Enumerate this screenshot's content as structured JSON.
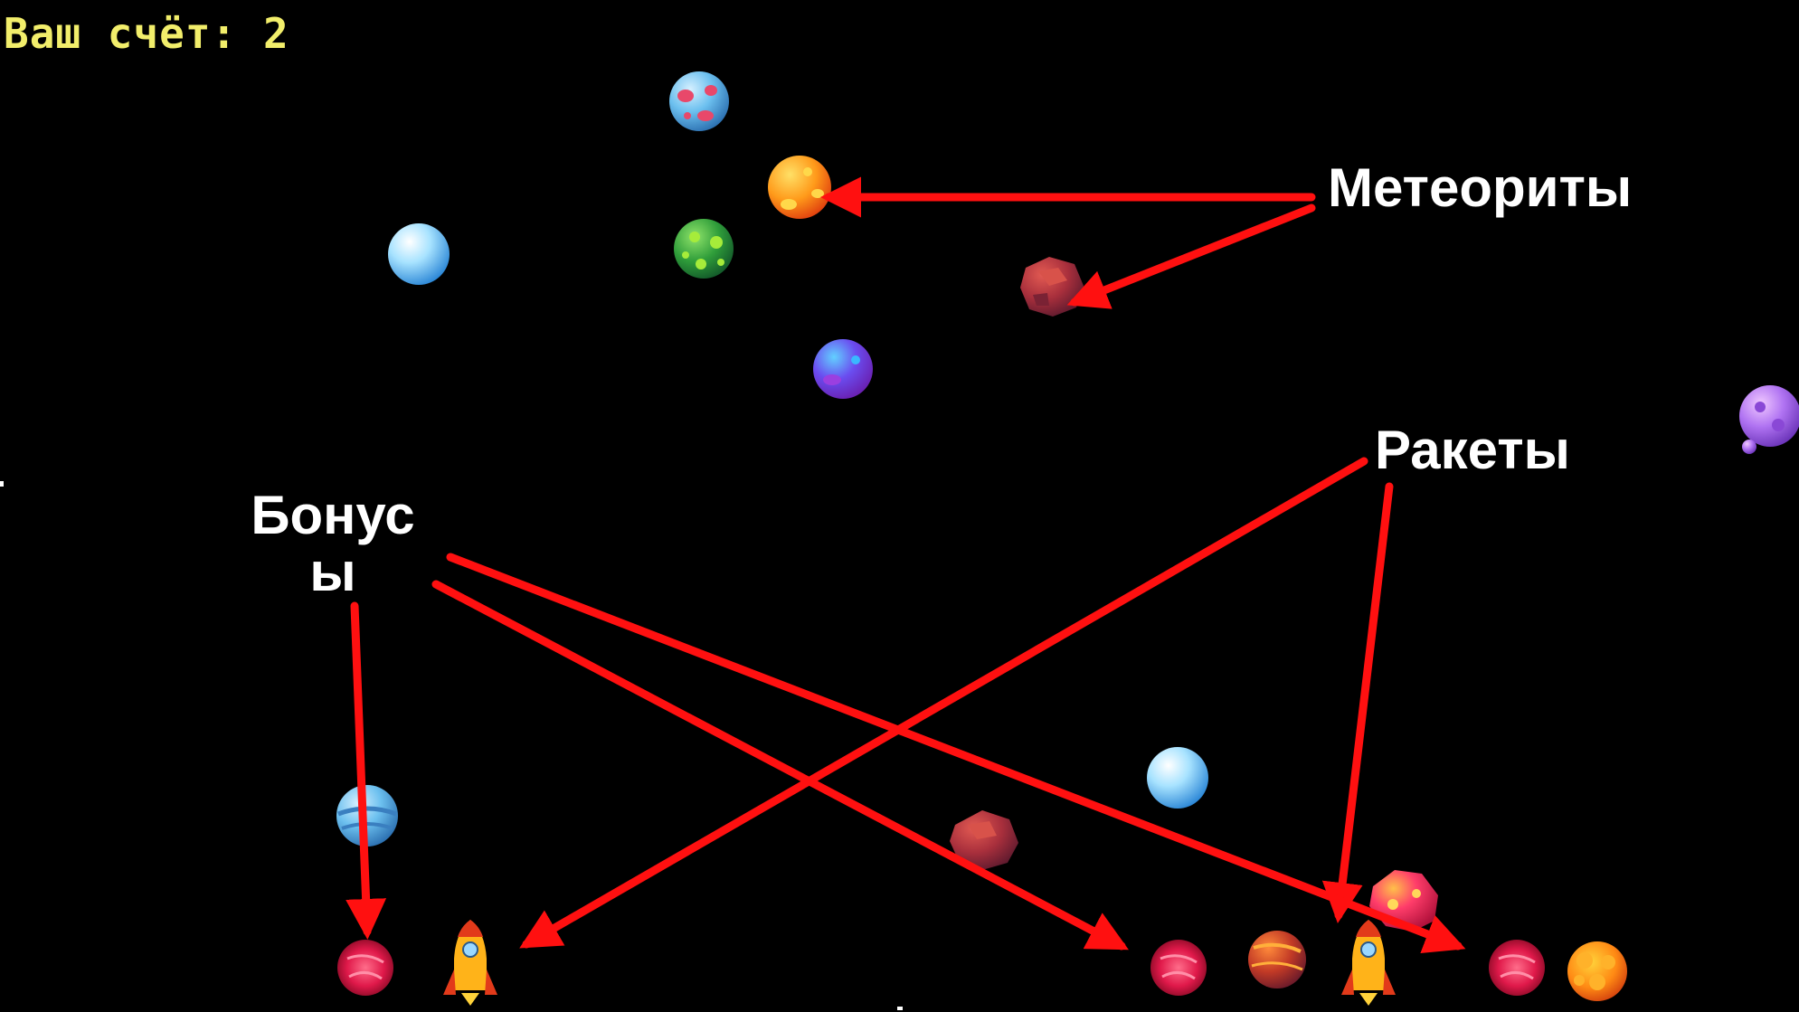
{
  "hud": {
    "score_label": "Ваш счёт:",
    "score_value": "2"
  },
  "annotations": {
    "meteors": "Метеориты",
    "rockets": "Ракеты",
    "bonus_line1": "Бонус",
    "bonus_line2": "ы"
  },
  "colors": {
    "background": "#000000",
    "score_text": "#f2ee6b",
    "annotation_text": "#ffffff",
    "arrow": "#ff1010"
  },
  "sprites": {
    "meteor_kinds": [
      "blue-red-meteor",
      "orange-meteor",
      "ice-meteor",
      "green-meteor",
      "red-rock-meteor",
      "purple-meteor",
      "violet-meteor",
      "striped-meteor"
    ],
    "bonus_kind": "red-bonus-orb",
    "rocket_kind": "rocket"
  }
}
